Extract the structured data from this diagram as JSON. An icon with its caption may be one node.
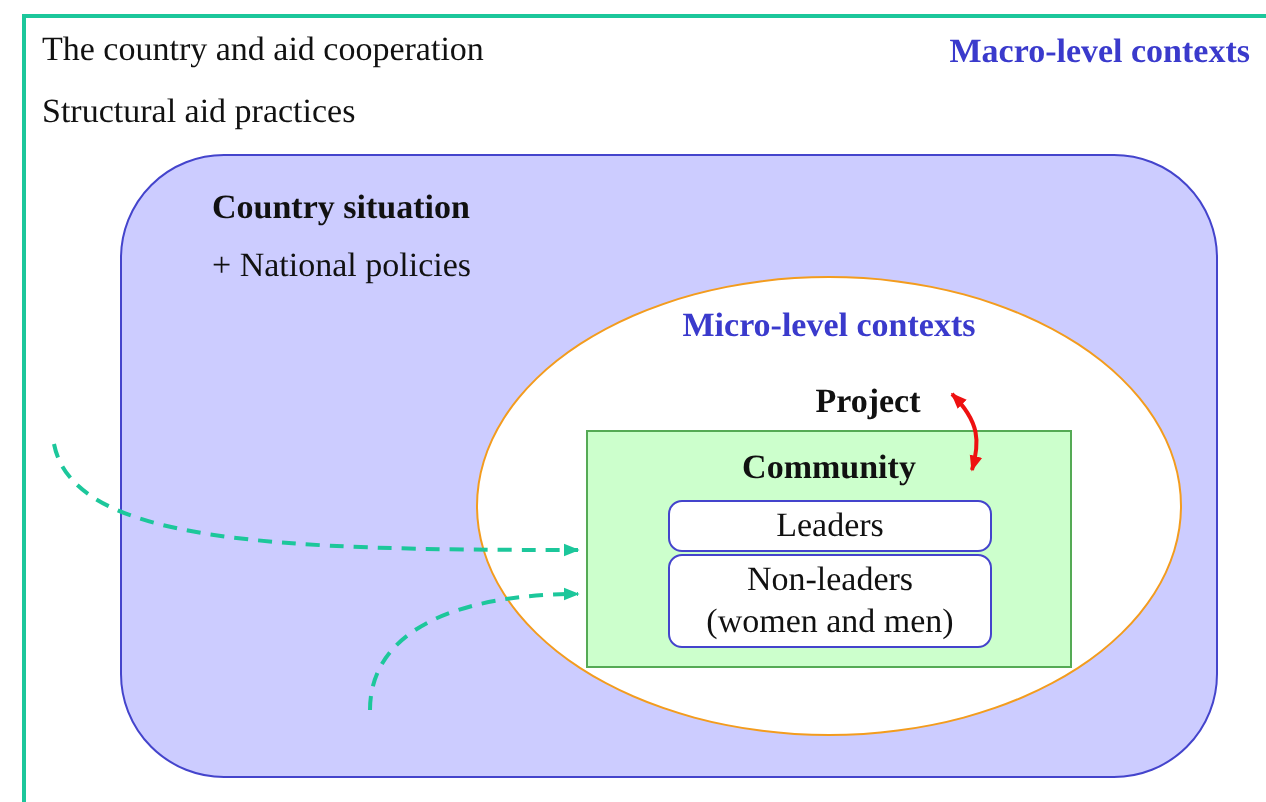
{
  "diagram": {
    "nodes": [
      {
        "text": [
          "The country and aid cooperation",
          "Structural aid practices",
          "Macro-level contexts"
        ]
      },
      {
        "text": [
          "Country situation",
          "+ National policies"
        ],
        "in": 0
      },
      {
        "text": [
          "Micro-level contexts"
        ],
        "in": 1
      },
      {
        "text": [
          "Project"
        ],
        "in": 2
      },
      {
        "text": [
          "Community"
        ],
        "in": 2
      },
      {
        "text": [
          "Leaders"
        ],
        "in": 4
      },
      {
        "text": [
          "Non-leaders (women and men)"
        ],
        "in": 4
      }
    ],
    "edges": [
      {
        "from": 3,
        "to": 4,
        "arrow": "both",
        "color": "#ee1111"
      },
      {
        "from": null,
        "to": 4,
        "arrow": "to",
        "style": "dashed",
        "color": "#1cc79b"
      },
      {
        "from": null,
        "to": 4,
        "arrow": "to",
        "style": "dashed",
        "color": "#1cc79b"
      }
    ]
  }
}
